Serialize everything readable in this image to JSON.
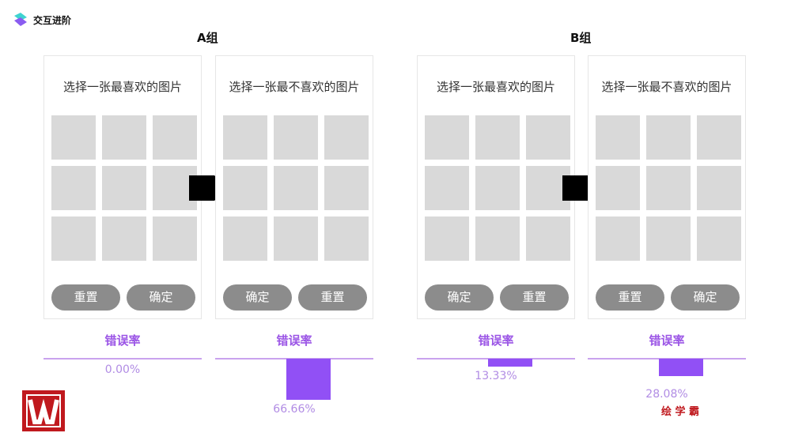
{
  "brand": {
    "title": "交互进阶"
  },
  "groups": [
    {
      "label": "A组",
      "panels": [
        {
          "title": "选择一张最喜欢的图片",
          "buttons": [
            "重置",
            "确定"
          ],
          "rate_label": "错误率",
          "rate": 0.0,
          "rate_text": "0.00%"
        },
        {
          "title": "选择一张最不喜欢的图片",
          "buttons": [
            "确定",
            "重置"
          ],
          "rate_label": "错误率",
          "rate": 66.66,
          "rate_text": "66.66%"
        }
      ]
    },
    {
      "label": "B组",
      "panels": [
        {
          "title": "选择一张最喜欢的图片",
          "buttons": [
            "确定",
            "重置"
          ],
          "rate_label": "错误率",
          "rate": 13.33,
          "rate_text": "13.33%"
        },
        {
          "title": "选择一张最不喜欢的图片",
          "buttons": [
            "重置",
            "确定"
          ],
          "rate_label": "错误率",
          "rate": 28.08,
          "rate_text": "28.08%"
        }
      ]
    }
  ],
  "watermark": "绘 学 霸",
  "colors": {
    "bar": "#9150f5",
    "label": "#9b55e6",
    "logo": "#c0191e"
  }
}
